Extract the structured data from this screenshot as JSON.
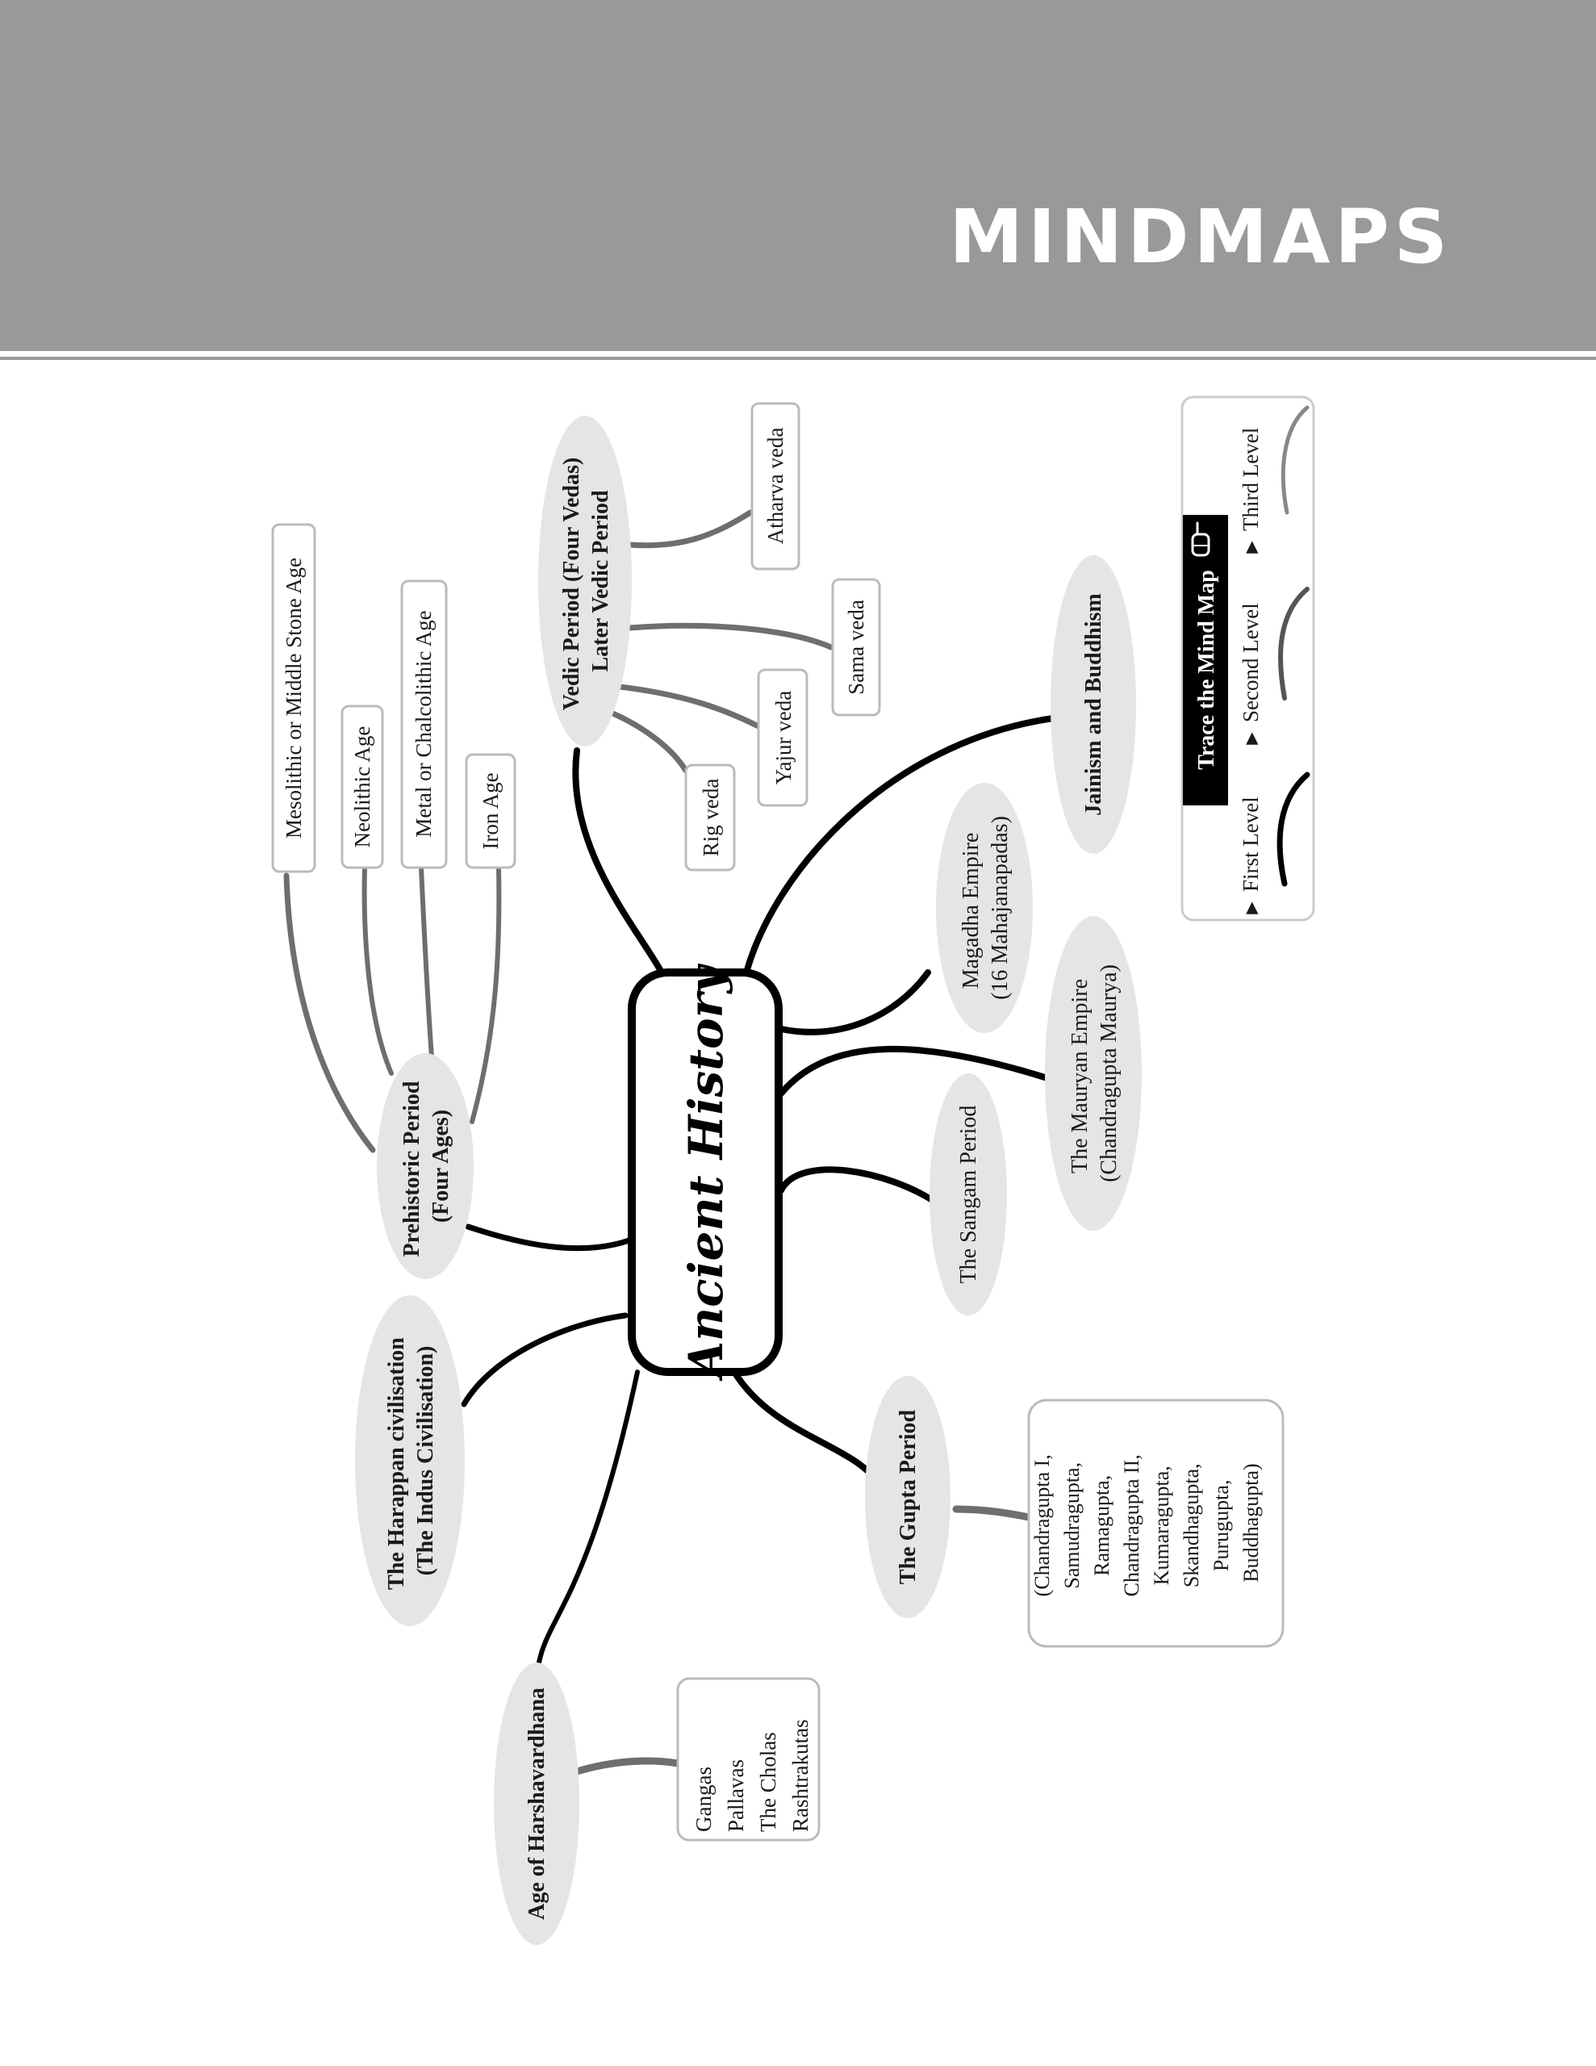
{
  "header": {
    "title": "MINDMAPS"
  },
  "center": {
    "label": "Ancient History"
  },
  "branches": {
    "prehistoric": {
      "lines": [
        "Prehistoric Period",
        "(Four Ages)"
      ],
      "children": [
        "Mesolithic or Middle Stone Age",
        "Neolithic Age",
        "Metal or Chalcolithic Age",
        "Iron Age"
      ]
    },
    "vedic": {
      "lines": [
        "Vedic Period (Four Vedas)",
        "Later Vedic Period"
      ],
      "children": [
        "Atharva veda",
        "Sama veda",
        "Yajur veda",
        "Rig veda"
      ]
    },
    "jainism": {
      "lines": [
        "Jainism and Buddhism"
      ]
    },
    "magadha": {
      "lines": [
        "Magadha Empire",
        "(16 Mahajanapadas)"
      ]
    },
    "mauryan": {
      "lines": [
        "The Mauryan Empire",
        "(Chandragupta Maurya)"
      ]
    },
    "sangam": {
      "lines": [
        "The Sangam Period"
      ]
    },
    "gupta": {
      "lines": [
        "The Gupta Period"
      ],
      "children": [
        "(Chandragupta I,",
        "Samudragupta,",
        "Ramagupta,",
        "Chandragupta II,",
        "Kumaragupta,",
        "Skandhagupta,",
        "Purugupta,",
        "Buddhagupta)"
      ]
    },
    "harappan": {
      "lines": [
        "The Harappan civilisation",
        "(The Indus Civilisation)"
      ]
    },
    "harsha": {
      "lines": [
        "Age of Harshavardhana"
      ],
      "children": [
        "Gangas",
        "Pallavas",
        "The Cholas",
        "Rashtrakutas"
      ]
    }
  },
  "legend": {
    "title": "Trace the Mind Map",
    "levels": [
      "First Level",
      "Second Level",
      "Third Level"
    ],
    "hand_icon": "pointing-hand-icon"
  }
}
